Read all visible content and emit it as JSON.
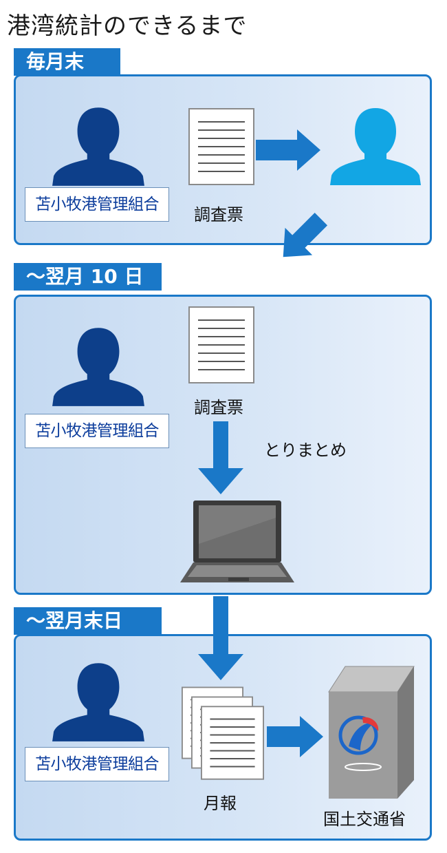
{
  "title": "港湾統計のできるまで",
  "sections": [
    {
      "tab": "毎月末",
      "org": "苫小牧港管理組合",
      "doc_label": "調査票"
    },
    {
      "tab": "～翌月 10 日",
      "org": "苫小牧港管理組合",
      "doc_label": "調査票",
      "process_label": "とりまとめ"
    },
    {
      "tab": "～翌月末日",
      "org": "苫小牧港管理組合",
      "doc_label": "月報",
      "ministry_label": "国土交通省"
    }
  ],
  "colors": {
    "accent_blue": "#1a78c8",
    "person_dark": "#0d3f8a",
    "person_light": "#12a6e4",
    "arrow_blue": "#1a78c8",
    "panel_bg": "#d6e5f6"
  }
}
